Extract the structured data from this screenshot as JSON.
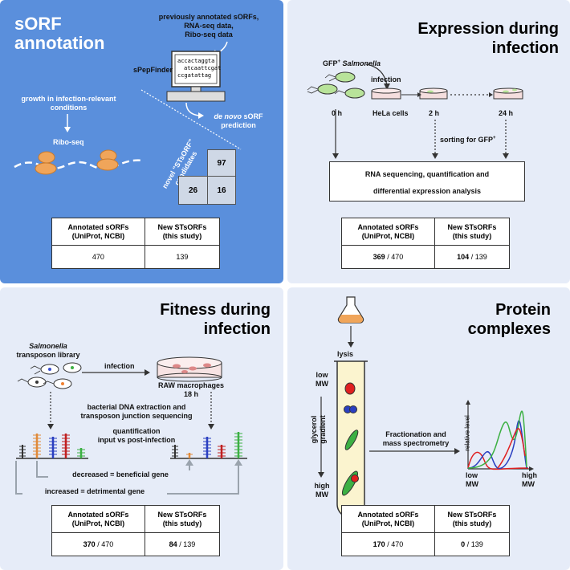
{
  "p1": {
    "title_l1": "sORF",
    "title_l2": "annotation",
    "sources_l1": "previously annotated sORFs,",
    "sources_l2": "RNA-seq data,",
    "sources_l3": "Ribo-seq data",
    "tool": "sPepFinder",
    "seq1": "accactaggta",
    "seq2": "atcaattcgat",
    "seq3": "ccgatattag",
    "growth_l1": "growth in infection-relevant",
    "growth_l2": "conditions",
    "riboseq": "Ribo-seq",
    "denovo_l1": "de novo",
    "denovo_l1b": " sORF",
    "denovo_l2": "prediction",
    "novel_l1": "novel \"STsORF\"",
    "novel_l2": "candidates",
    "v97": "97",
    "v26": "26",
    "v16": "16",
    "table": {
      "h1a": "Annotated sORFs",
      "h1b": "(UniProt, NCBI)",
      "h2a": "New STsORFs",
      "h2b": "(this study)",
      "v1": "470",
      "v2": "139"
    }
  },
  "p2": {
    "title_l1": "Expression during",
    "title_l2": "infection",
    "gfp": "GFP",
    "gfp_sup": "+",
    "salmonella": "Salmonella",
    "infection": "infection",
    "hela": "HeLa cells",
    "t0": "0 h",
    "t2": "2 h",
    "t24": "24 h",
    "sorting": "sorting for GFP",
    "sorting_sup": "+",
    "rna_l1": "RNA sequencing, quantification and",
    "rna_l2": "differential expression analysis",
    "table": {
      "h1a": "Annotated sORFs",
      "h1b": "(UniProt, NCBI)",
      "h2a": "New STsORFs",
      "h2b": "(this study)",
      "v1b": "369",
      "v1r": " / 470",
      "v2b": "104",
      "v2r": " / 139"
    }
  },
  "p3": {
    "title_l1": "Fitness during",
    "title_l2": "infection",
    "lib_l1": "Salmonella",
    "lib_l2": "transposon library",
    "infection": "infection",
    "raw_l1": "RAW macrophages",
    "raw_l2": "18 h",
    "dna_l1": "bacterial DNA extraction and",
    "dna_l2": "transposon junction sequencing",
    "quant_l1": "quantification",
    "quant_l2": "input vs post-infection",
    "decreased": "decreased = beneficial gene",
    "increased": "increased = detrimental gene",
    "table": {
      "h1a": "Annotated sORFs",
      "h1b": "(UniProt, NCBI)",
      "h2a": "New STsORFs",
      "h2b": "(this study)",
      "v1b": "370",
      "v1r": " / 470",
      "v2b": "84",
      "v2r": " / 139"
    }
  },
  "p4": {
    "title_l1": "Protein",
    "title_l2": "complexes",
    "lysis": "lysis",
    "low_l1": "low",
    "low_l2": "MW",
    "gradient_l1": "glycerol",
    "gradient_l2": "gradient",
    "high_l1": "high",
    "high_l2": "MW",
    "frac_l1": "Fractionation and",
    "frac_l2": "mass spectrometry",
    "rel_level": "relative level",
    "x_low_l1": "low",
    "x_low_l2": "MW",
    "x_high_l1": "high",
    "x_high_l2": "MW",
    "table": {
      "h1a": "Annotated sORFs",
      "h1b": "(UniProt, NCBI)",
      "h2a": "New STsORFs",
      "h2b": "(this study)",
      "v1b": "170",
      "v1r": " / 470",
      "v2b": "0",
      "v2r": " / 139"
    }
  },
  "colors": {
    "blue_panel": "#5a8fdc",
    "light_panel": "#e6ecf8",
    "orange": "#f0a55a",
    "green": "#9fdc7a"
  }
}
